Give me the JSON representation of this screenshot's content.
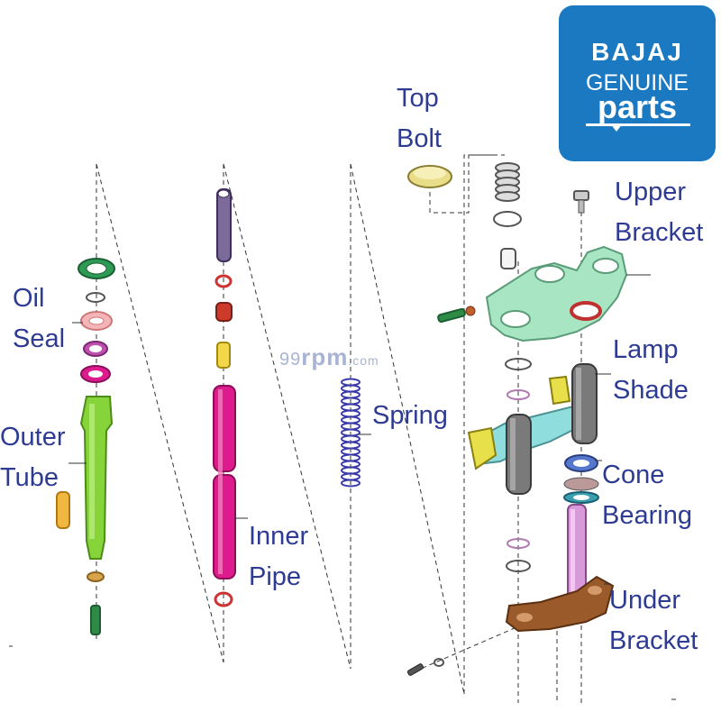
{
  "labels": {
    "oil_seal": [
      "Oil",
      "Seal"
    ],
    "outer_tube": [
      "Outer",
      "Tube"
    ],
    "inner_pipe": [
      "Inner",
      "Pipe"
    ],
    "spring": [
      "Spring"
    ],
    "top_bolt": [
      "Top",
      "Bolt"
    ],
    "upper_bracket": [
      "Upper",
      "Bracket"
    ],
    "lamp_shade": [
      "Lamp",
      "Shade"
    ],
    "cone_bearing": [
      "Cone",
      "Bearing"
    ],
    "under_bracket": [
      "Under",
      "Bracket"
    ]
  },
  "logo": {
    "brand": "BAJAJ",
    "line1": "GENUINE",
    "line2": "parts"
  },
  "watermark": {
    "prefix": "99",
    "main": "rpm",
    "suffix": ".com"
  },
  "colors": {
    "label_text": "#2e3b93",
    "logo_bg": "#1a79c1",
    "outer_tube": "#86d33a",
    "inner_pipe": "#dd1b8c",
    "bracket": "#a8e6c3",
    "under_bracket": "#9a5a2a",
    "lamp_shade": "#7a7a7a",
    "cone_bearing": "#5577cc",
    "spring": "#3a3aa8"
  }
}
